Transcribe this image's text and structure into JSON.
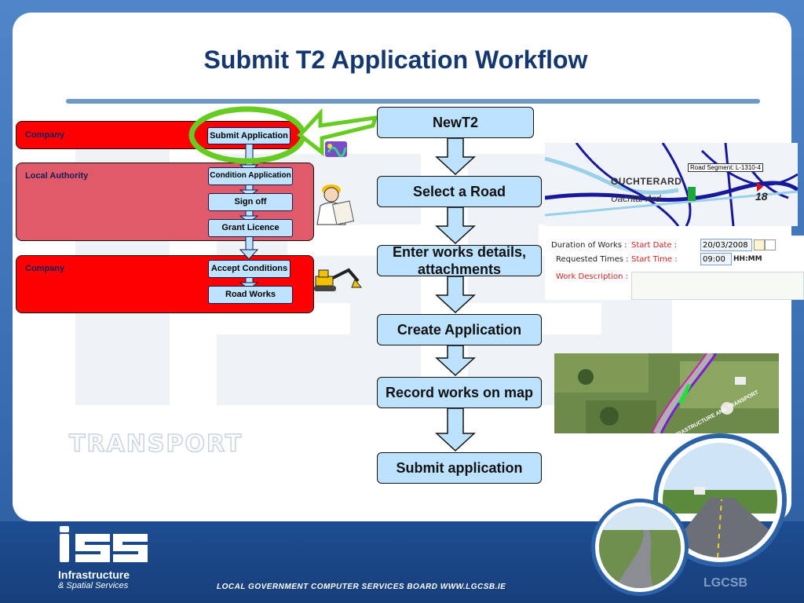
{
  "slide": {
    "title": "Submit T2 Application Workflow"
  },
  "swimlanes": [
    {
      "label": "Company"
    },
    {
      "label": "Local Authority"
    },
    {
      "label": "Company"
    }
  ],
  "swim_steps": {
    "submit_application": "Submit Application",
    "condition_application": "Condition Application",
    "sign_off": "Sign off",
    "grant_licence": "Grant Licence",
    "accept_conditions": "Accept Conditions",
    "road_works": "Road Works"
  },
  "flow_steps": [
    "NewT2",
    "Select a Road",
    "Enter works details, attachments",
    "Create Application",
    "Record works on map",
    "Submit application"
  ],
  "map": {
    "segment_label": "Road Segment: L-1310-4",
    "town_1": "OUCHTERARD",
    "town_2": "Uachtar Ard",
    "route_number": "18"
  },
  "form": {
    "duration_label": "Duration of Works :",
    "start_date_label": "Start Date :",
    "start_date_value": "20/03/2008",
    "requested_times_label": "Requested Times :",
    "start_time_label": "Start Time :",
    "start_time_value": "09:00",
    "time_format": "HH:MM",
    "work_description_label": "Work Description :"
  },
  "watermark": {
    "text": "TRANSPORT"
  },
  "footer": {
    "logo_line_1": "Infrastructure",
    "logo_line_2": "& Spatial Services",
    "board_text": "LOCAL GOVERNMENT COMPUTER SERVICES BOARD WWW.LGCSB.IE",
    "brand": "LGCSB",
    "badge_text": "INFRASTRUCTURE AND TRANSPORT"
  },
  "colors": {
    "title": "#14386e",
    "lane_red": "#ff0000",
    "lane_pink": "#e05a6a",
    "step_fill": "#bde2ff",
    "highlight_green": "#66cc22",
    "footer_blue": "#1d4d91"
  }
}
